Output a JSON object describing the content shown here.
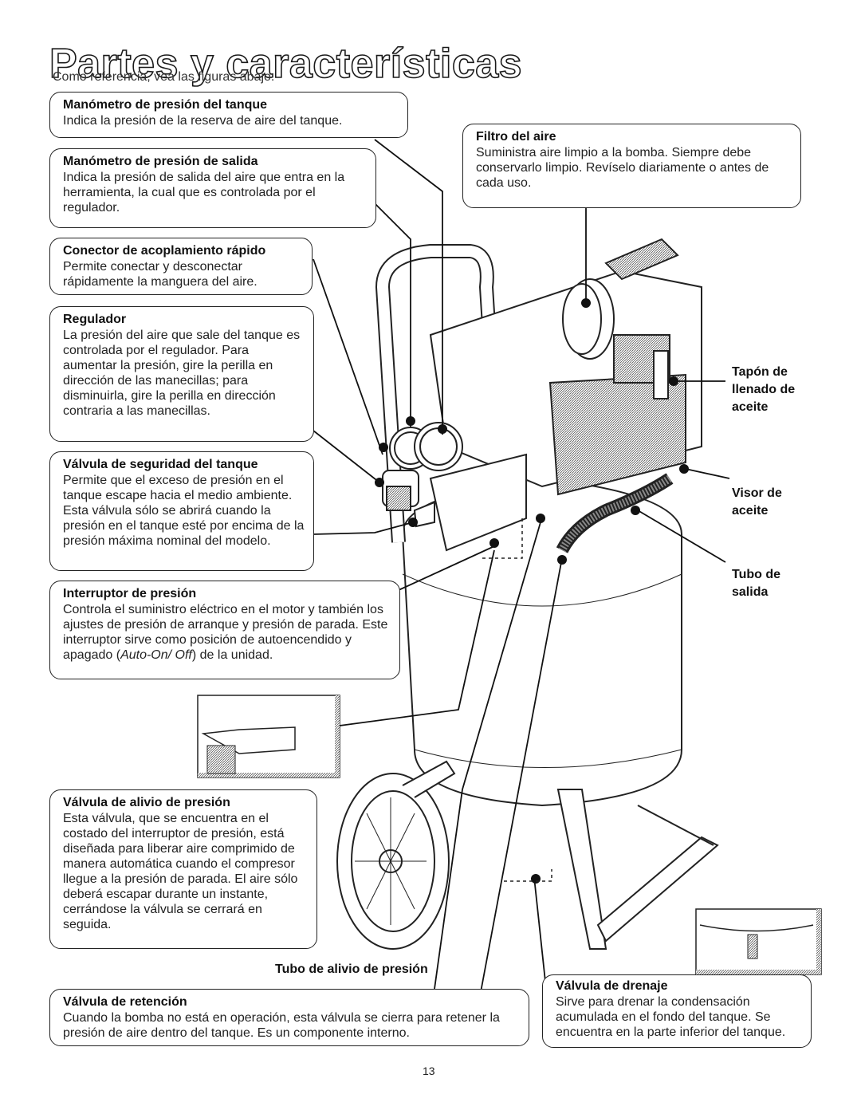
{
  "page": {
    "title": "Partes y características",
    "subtitle": "Como referencia, vea las figuras abajo.",
    "page_number": "13"
  },
  "callouts": {
    "tank_gauge": {
      "title": "Manómetro de presión del tanque",
      "desc": "Indica la presión de la reserva de aire del tanque."
    },
    "outlet_gauge": {
      "title": "Manómetro de presión de salida",
      "desc": "Indica la presión de salida del aire que entra en la herramienta, la cual que es controlada por el regulador."
    },
    "quick_coupler": {
      "title": "Conector de acoplamiento rápido",
      "desc": "Permite conectar y desconectar rápidamente la manguera del aire."
    },
    "regulator": {
      "title": "Regulador",
      "desc": "La presión del aire que sale del tanque es controlada por el regulador. Para aumentar la presión, gire la perilla en dirección de las manecillas; para disminuirla, gire la perilla en dirección contraria a las manecillas."
    },
    "safety_valve": {
      "title": "Válvula de seguridad del tanque",
      "desc": "Permite que el exceso de presión en el tanque escape hacia el medio ambiente. Esta válvula sólo se abrirá cuando la presión en el tanque esté por encima de la presión máxima nominal del modelo."
    },
    "pressure_switch": {
      "title": "Interruptor de presión",
      "desc_main": "Controla el suministro eléctrico en el motor y también los ajustes de presión de arranque y presión de parada. Este interruptor sirve como posición de autoencendido y apagado (",
      "desc_italic": "Auto-On/ Off",
      "desc_end": ") de la unidad."
    },
    "relief_valve": {
      "title": "Válvula de alivio de presión",
      "desc": "Esta válvula, que se encuentra en el costado del interruptor de presión, está diseñada para liberar aire comprimido de manera automática cuando el compresor llegue a la presión de parada. El aire sólo deberá escapar durante un instante, cerrándose la válvula se cerrará en seguida."
    },
    "relief_tube": {
      "title": "Tubo de alivio de presión"
    },
    "check_valve": {
      "title": "Válvula de retención",
      "desc": "Cuando la bomba no está en operación, esta válvula se cierra para retener la presión de aire dentro del tanque. Es un componente interno."
    },
    "air_filter": {
      "title": "Filtro del aire",
      "desc": "Suministra aire limpio a la bomba. Siempre debe conservarlo limpio. Revíselo diariamente o antes de cada uso."
    },
    "oil_fill_cap": {
      "title": "Tapón de llenado de aceite"
    },
    "oil_sight_glass": {
      "title": "Visor de aceite"
    },
    "outlet_tube": {
      "title": "Tubo de salida"
    },
    "drain_valve": {
      "title": "Válvula de drenaje",
      "desc": "Sirve para drenar la condensación acumulada en el fondo del tanque. Se encuentra en la parte inferior del tanque."
    }
  }
}
